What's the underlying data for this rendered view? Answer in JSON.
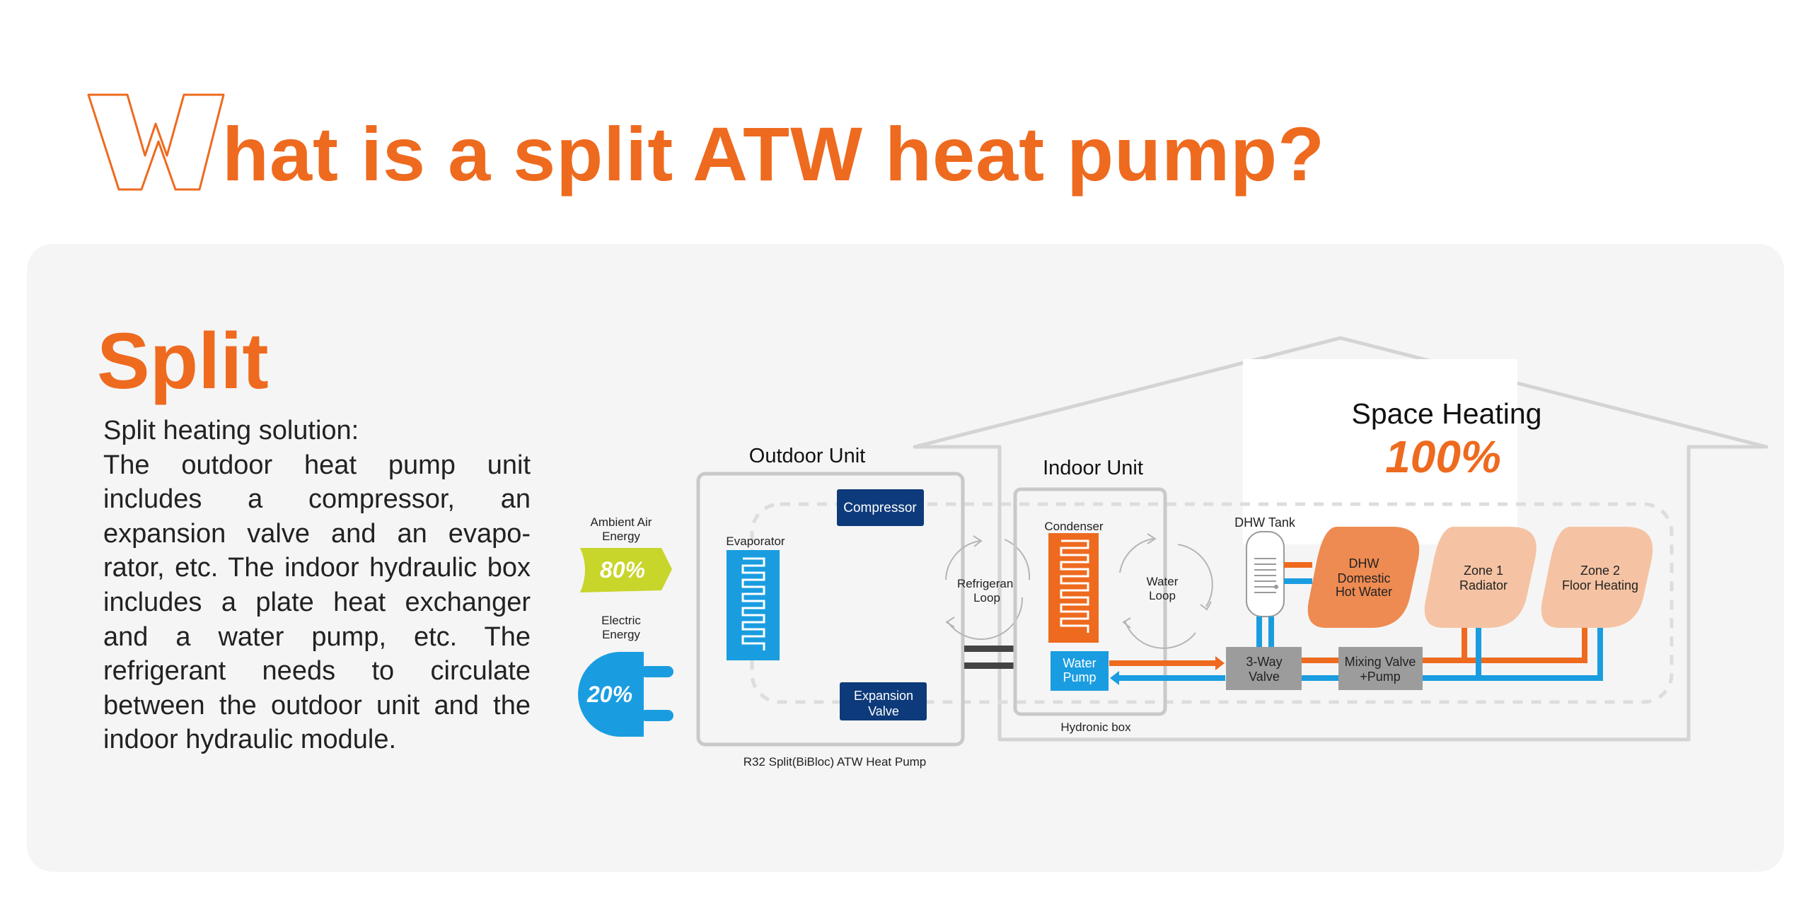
{
  "title": {
    "first_letter": "W",
    "rest": "hat is a split ATW heat pump?"
  },
  "panel": {
    "heading": "Split",
    "intro": "Split heating solution:",
    "body": "The outdoor heat pump unit includes a compressor, an expansion valve and an evapo-rator, etc. The indoor hydraulic box includes a plate heat exchanger and a water pump, etc. The refrigerant needs to circulate between the outdoor unit and the indoor hydraulic module."
  },
  "diagram": {
    "ambient": {
      "label_line1": "Ambient Air",
      "label_line2": "Energy",
      "percent": "80%"
    },
    "electric": {
      "label_line1": "Electric",
      "label_line2": "Energy",
      "percent": "20%"
    },
    "outdoor_unit": {
      "title": "Outdoor Unit",
      "compressor": "Compressor",
      "evaporator": "Evaporator",
      "expansion_line1": "Expansion",
      "expansion_line2": "Valve",
      "caption": "R32 Split(BiBloc) ATW Heat Pump"
    },
    "refrigerant_loop": {
      "line1": "Refrigerant",
      "line2": "Loop"
    },
    "indoor_unit": {
      "title": "Indoor Unit",
      "condenser": "Condenser",
      "water_pump_line1": "Water",
      "water_pump_line2": "Pump",
      "caption": "Hydronic box"
    },
    "water_loop": {
      "line1": "Water",
      "line2": "Loop"
    },
    "dhw_tank": "DHW Tank",
    "three_way_valve": {
      "line1": "3-Way",
      "line2": "Valve"
    },
    "mixing_valve": {
      "line1": "Mixing Valve",
      "line2": "+Pump"
    },
    "dhw_zone": {
      "line1": "DHW",
      "line2": "Domestic",
      "line3": "Hot Water"
    },
    "zone1": {
      "line1": "Zone 1",
      "line2": "Radiator"
    },
    "zone2": {
      "line1": "Zone 2",
      "line2": "Floor Heating"
    },
    "space_heating": {
      "label": "Space Heating",
      "percent": "100%"
    }
  },
  "colors": {
    "brand_orange": "#ee6a1f",
    "navy": "#0d3a7a",
    "blue": "#1a9de0",
    "lime": "#c8d52a",
    "grey_box": "#9c9c9c",
    "zone_dark": "#ee8b52",
    "zone_light": "#f5c3a3"
  }
}
